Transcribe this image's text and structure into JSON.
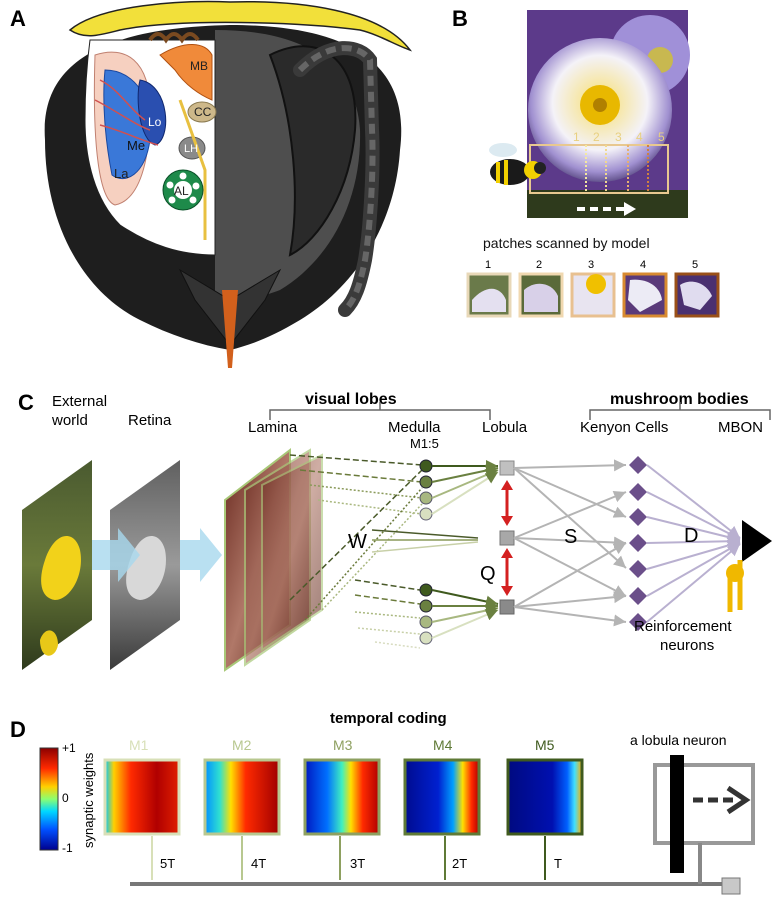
{
  "panels": {
    "A": {
      "letter": "A",
      "regions": {
        "mb": "MB",
        "cc": "CC",
        "lh": "LH",
        "al": "AL",
        "lo": "Lo",
        "me": "Me",
        "la": "La"
      }
    },
    "B": {
      "letter": "B",
      "patch_labels": [
        "1",
        "2",
        "3",
        "4",
        "5"
      ],
      "caption": "patches scanned by model",
      "thumb_labels": [
        "1",
        "2",
        "3",
        "4",
        "5"
      ]
    },
    "C": {
      "letter": "C",
      "external_world_line1": "External",
      "external_world_line2": "world",
      "retina": "Retina",
      "visual_lobes": "visual lobes",
      "lamina": "Lamina",
      "medulla": "Medulla",
      "m1_5": "M1:5",
      "lobula": "Lobula",
      "mushroom_bodies": "mushroom bodies",
      "kenyon_cells": "Kenyon Cells",
      "mbon": "MBON",
      "w": "W",
      "q": "Q",
      "s": "S",
      "d": "D",
      "reinforcement_line1": "Reinforcement",
      "reinforcement_line2": "neurons"
    },
    "D": {
      "letter": "D",
      "title": "temporal coding",
      "colorbar_label": "synaptic weights",
      "colorbar_ticks": [
        "+1",
        "0",
        "-1"
      ],
      "medulla_labels": [
        "M1",
        "M2",
        "M3",
        "M4",
        "M5"
      ],
      "delay_labels": [
        "5T",
        "4T",
        "3T",
        "2T",
        "T"
      ],
      "lobula_neuron": "a lobula neuron"
    }
  },
  "colors": {
    "m_frames": [
      "#d8e0b8",
      "#b8c890",
      "#8ea060",
      "#5f7a36",
      "#3f5a1e"
    ],
    "kenyon": "#6b4f8a",
    "mbon": "#000000",
    "inhibition": "#d42020",
    "yellow_hair": "#f2e03a"
  }
}
